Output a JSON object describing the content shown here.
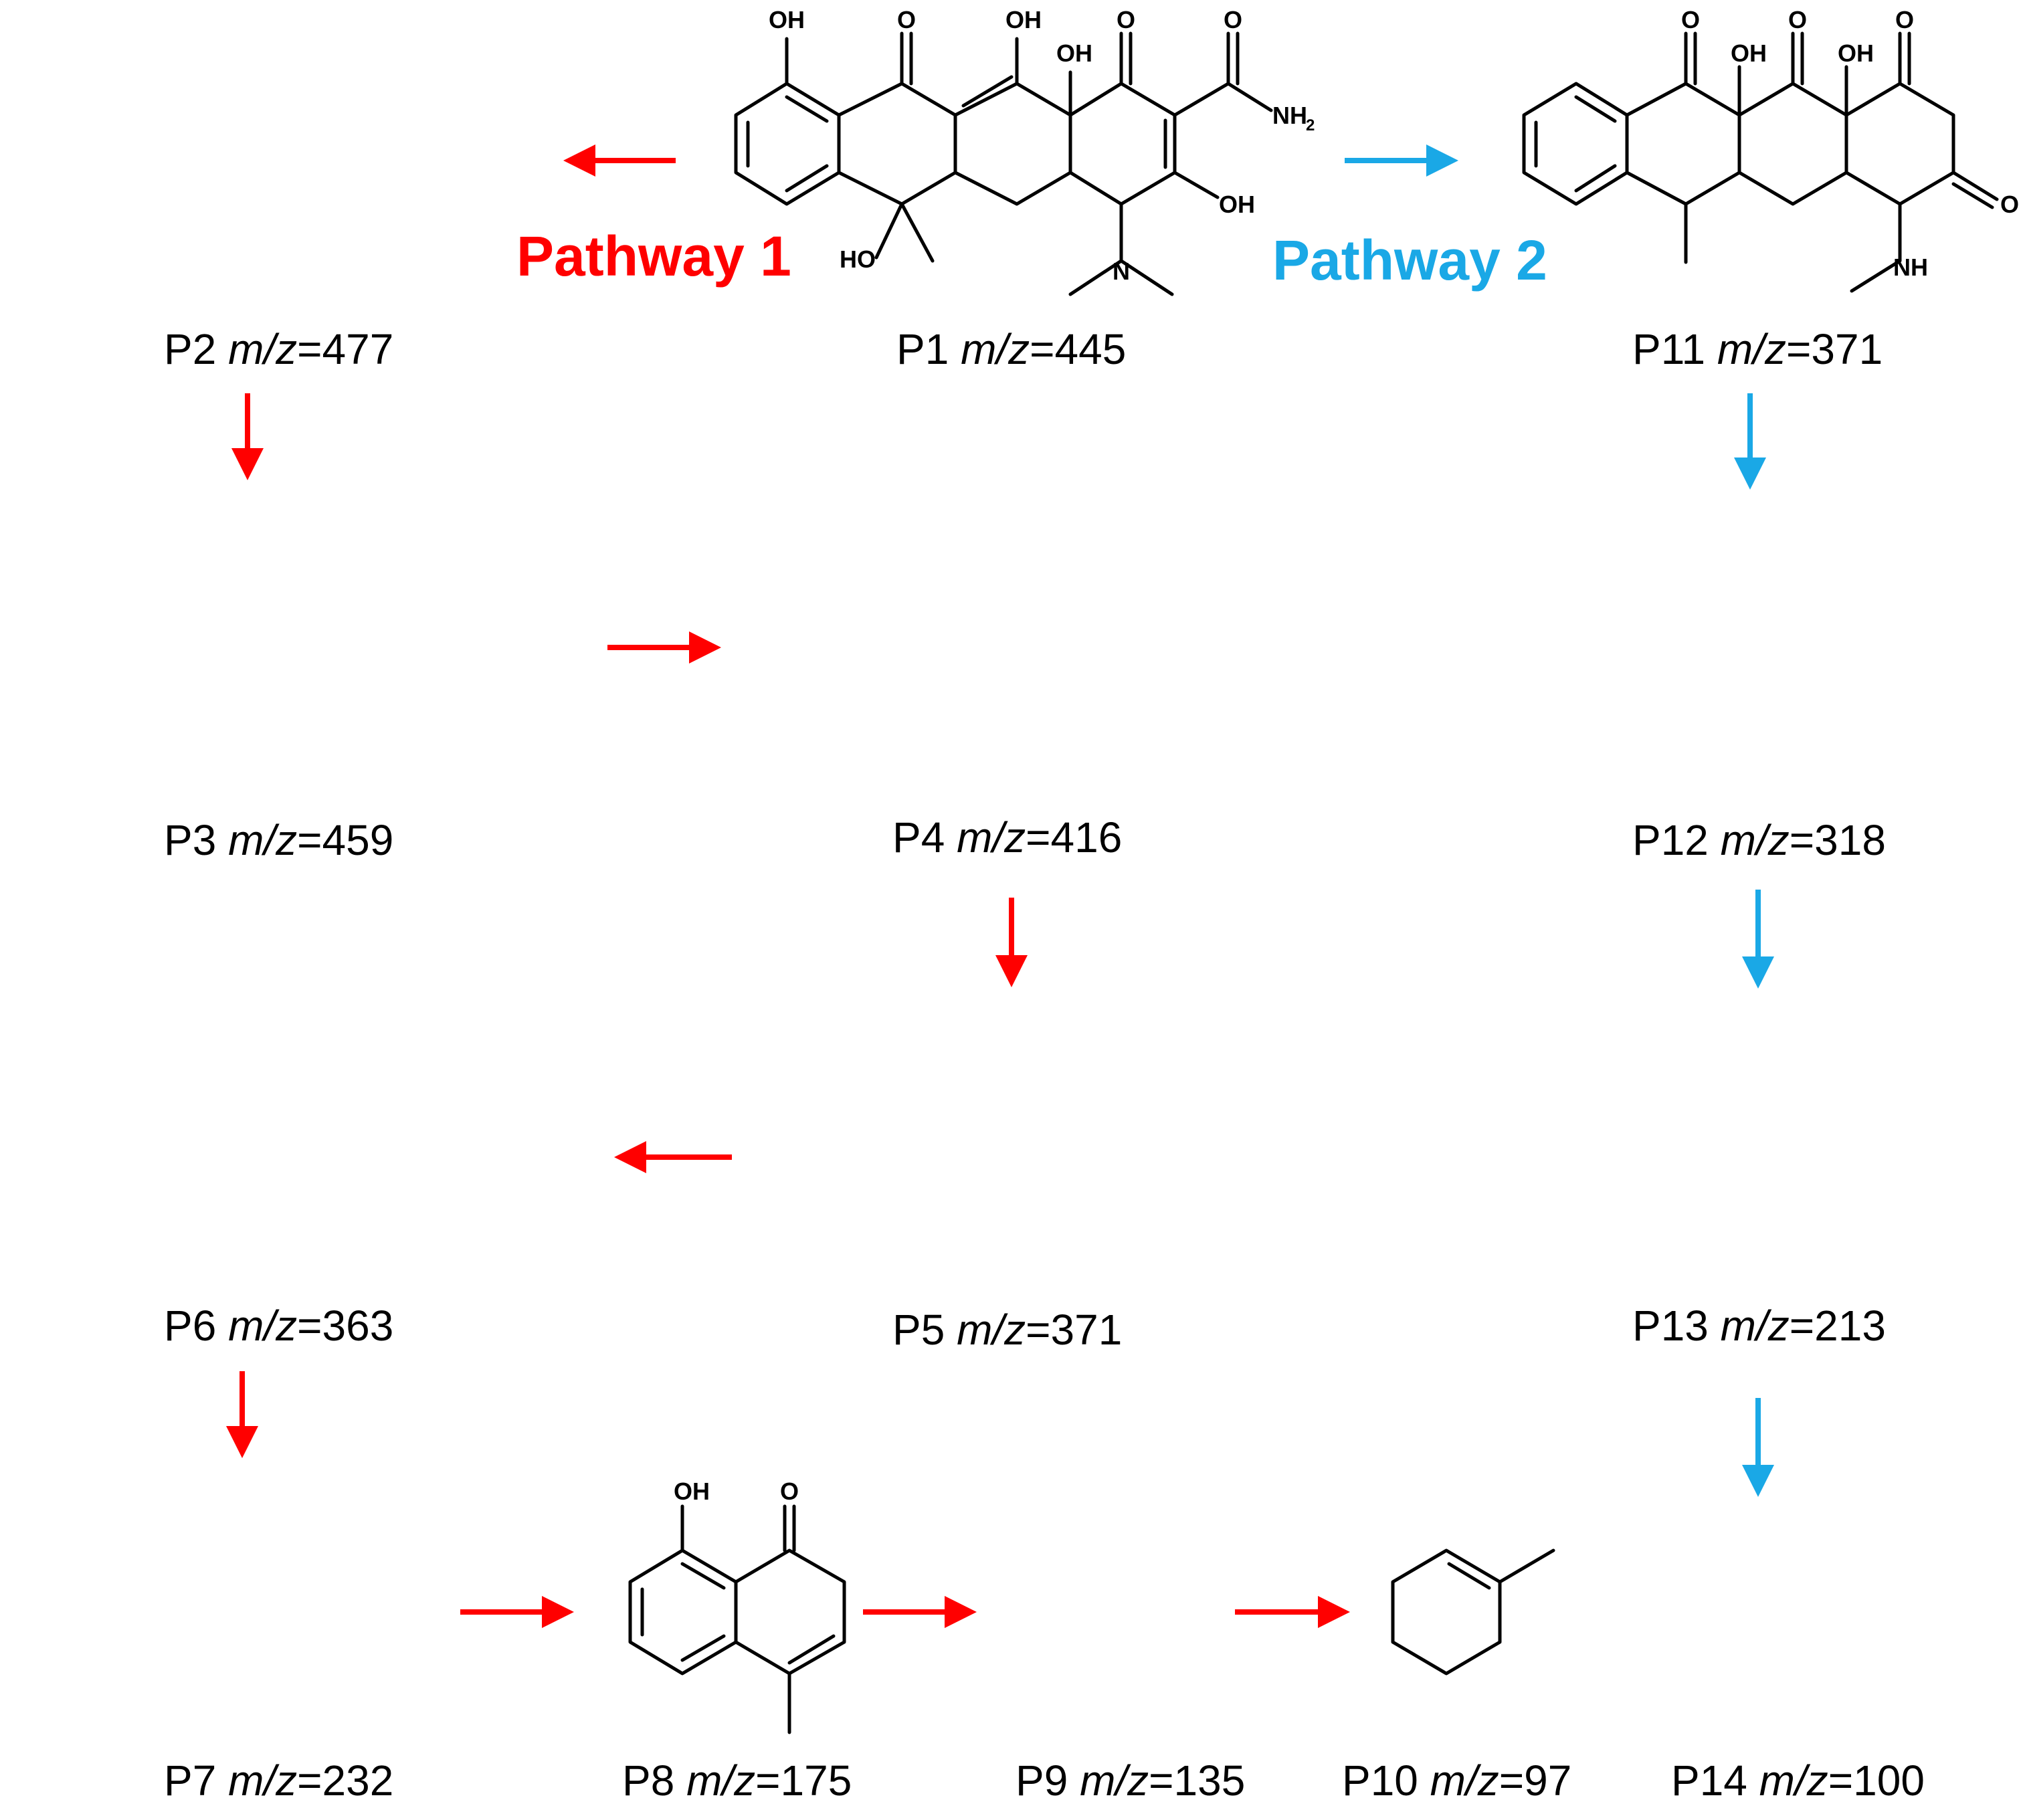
{
  "colors": {
    "pathway1": "#ff0000",
    "pathway2": "#1aa8e6",
    "structure": "#000000"
  },
  "pathways": {
    "p1": "Pathway 1",
    "p2": "Pathway 2"
  },
  "atoms": {
    "oh": "OH",
    "o": "O",
    "nh2": "NH",
    "nh2_sub": "2",
    "ho": "HO",
    "n": "N",
    "nh": "NH"
  },
  "products": [
    {
      "id": "P1",
      "mz_label": "m/z",
      "mz": "445"
    },
    {
      "id": "P2",
      "mz_label": "m/z",
      "mz": "477"
    },
    {
      "id": "P3",
      "mz_label": "m/z",
      "mz": "459"
    },
    {
      "id": "P4",
      "mz_label": "m/z",
      "mz": "416"
    },
    {
      "id": "P5",
      "mz_label": "m/z",
      "mz": "371"
    },
    {
      "id": "P6",
      "mz_label": "m/z",
      "mz": "363"
    },
    {
      "id": "P7",
      "mz_label": "m/z",
      "mz": "232"
    },
    {
      "id": "P8",
      "mz_label": "m/z",
      "mz": "175"
    },
    {
      "id": "P9",
      "mz_label": "m/z",
      "mz": "135"
    },
    {
      "id": "P10",
      "mz_label": "m/z",
      "mz": "97"
    },
    {
      "id": "P11",
      "mz_label": "m/z",
      "mz": "371"
    },
    {
      "id": "P12",
      "mz_label": "m/z",
      "mz": "318"
    },
    {
      "id": "P13",
      "mz_label": "m/z",
      "mz": "213"
    },
    {
      "id": "P14",
      "mz_label": "m/z",
      "mz": "100"
    }
  ]
}
